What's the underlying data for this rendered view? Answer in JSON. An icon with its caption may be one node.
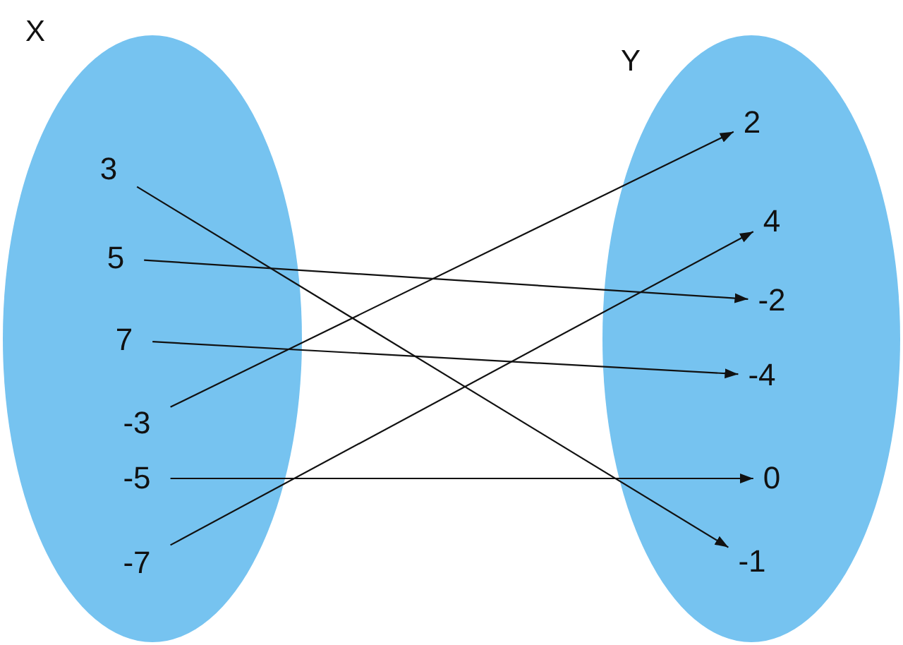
{
  "diagram": {
    "nodes": [
      {
        "text": [
          "X"
        ]
      },
      {
        "text": [
          "3"
        ],
        "in": 0
      },
      {
        "text": [
          "5"
        ],
        "in": 0
      },
      {
        "text": [
          "7"
        ],
        "in": 0
      },
      {
        "text": [
          "-3"
        ],
        "in": 0
      },
      {
        "text": [
          "-5"
        ],
        "in": 0
      },
      {
        "text": [
          "-7"
        ],
        "in": 0
      },
      {
        "text": [
          "Y"
        ]
      },
      {
        "text": [
          "2"
        ],
        "in": 7
      },
      {
        "text": [
          "4"
        ],
        "in": 7
      },
      {
        "text": [
          "-2"
        ],
        "in": 7
      },
      {
        "text": [
          "-4"
        ],
        "in": 7
      },
      {
        "text": [
          "0"
        ],
        "in": 7
      },
      {
        "text": [
          "-1"
        ],
        "in": 7
      }
    ],
    "edges": [
      {
        "from": 1,
        "to": 13,
        "arrow": "to"
      },
      {
        "from": 2,
        "to": 10,
        "arrow": "to"
      },
      {
        "from": 3,
        "to": 11,
        "arrow": "to"
      },
      {
        "from": 4,
        "to": 8,
        "arrow": "to"
      },
      {
        "from": 5,
        "to": 12,
        "arrow": "to"
      },
      {
        "from": 6,
        "to": 9,
        "arrow": "to"
      }
    ]
  }
}
